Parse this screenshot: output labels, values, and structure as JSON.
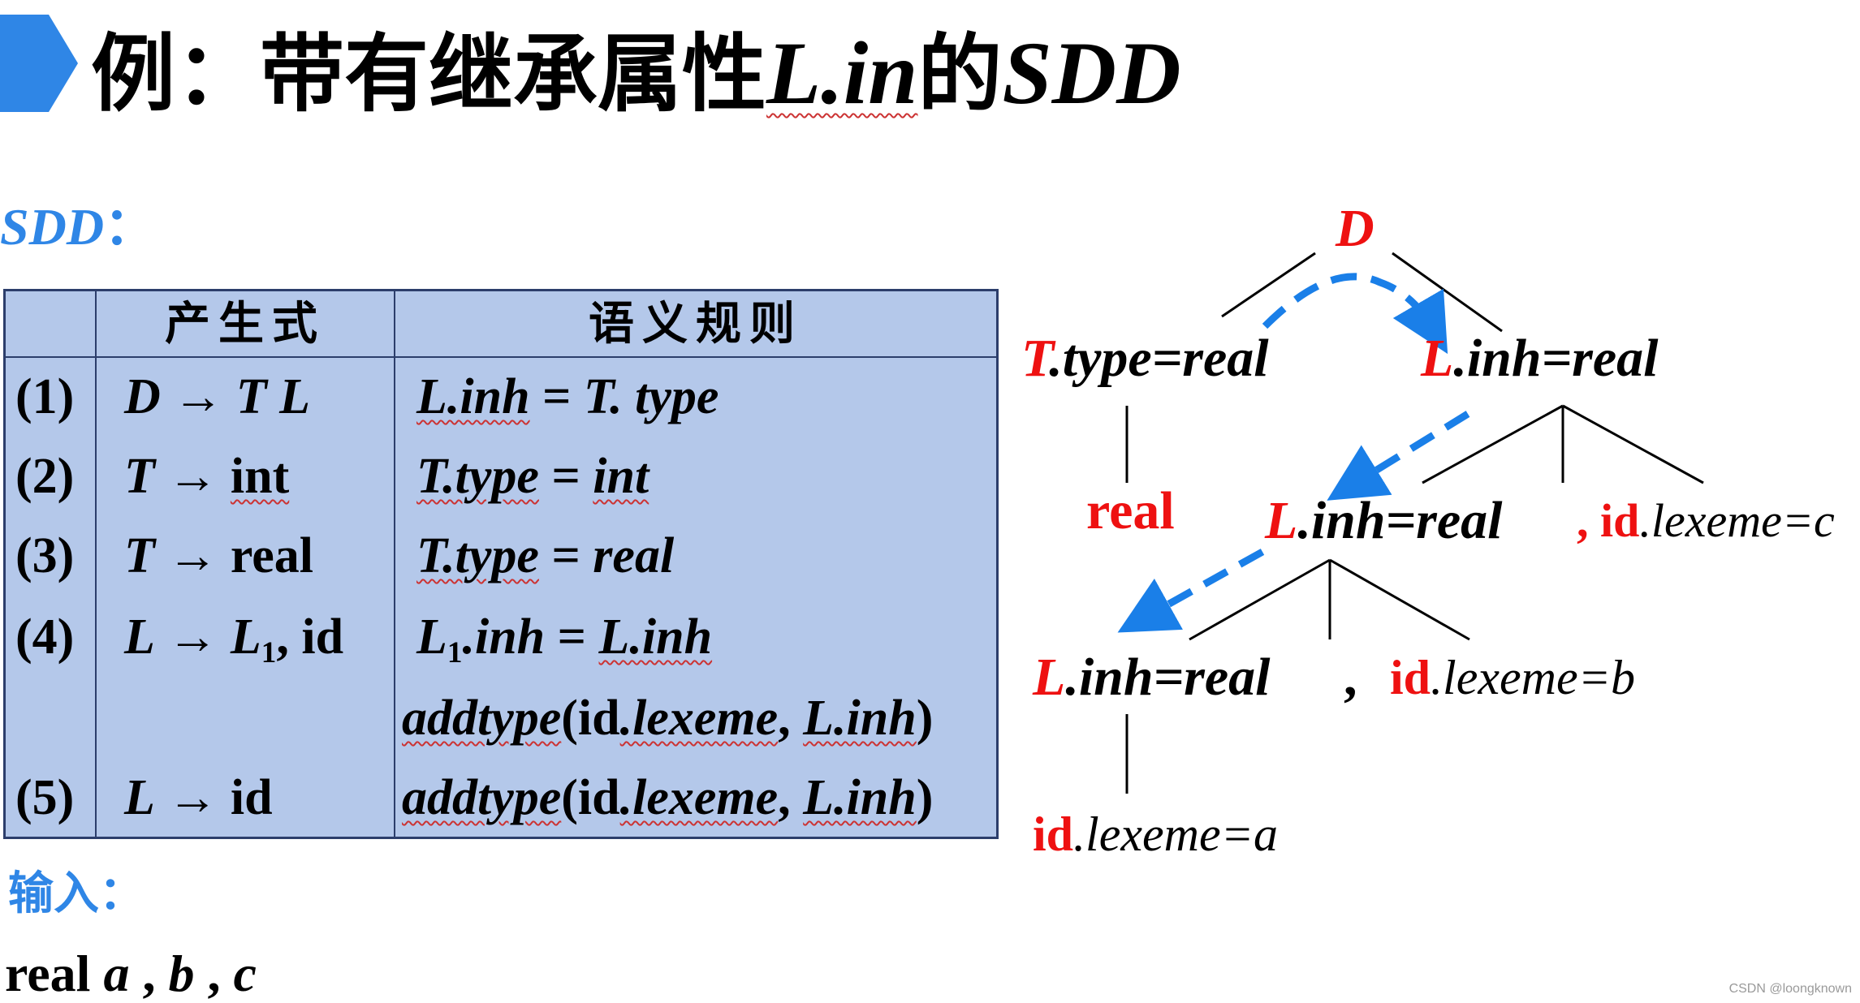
{
  "title": {
    "prefix": "例：带有继承属性",
    "attribute": "L.in",
    "middle": "的",
    "suffix": "SDD"
  },
  "sdd_label": {
    "text": "SDD",
    "colon": "："
  },
  "table": {
    "headers": {
      "production": "产生式",
      "semantic_rule": "语义规则"
    },
    "rows": [
      {
        "number": "(1)",
        "head": "D",
        "arrow": "→",
        "body": "T L",
        "rule_lhs": "L.inh",
        "rule_eq": " = ",
        "rule_rhs": "T. type"
      },
      {
        "number": "(2)",
        "head": "T",
        "arrow": "→",
        "body": "int",
        "rule_lhs": "T.type",
        "rule_eq": " = ",
        "rule_rhs": "int"
      },
      {
        "number": "(3)",
        "head": "T",
        "arrow": "→",
        "body": "real",
        "rule_lhs": "T.type",
        "rule_eq": " = ",
        "rule_rhs": "real"
      },
      {
        "number": "(4)",
        "head": "L",
        "arrow": "→",
        "body_main": "L",
        "body_sub": "1",
        "body_rest": ", id",
        "rule_lhs_main": "L",
        "rule_lhs_sub": "1",
        "rule_lhs_rest": ".inh",
        "rule_eq": " = ",
        "rule_rhs": "L.inh",
        "rule2": {
          "func": "addtype",
          "open": "(",
          "arg1a": "id",
          "arg1b": ".lexeme",
          "sep": ", ",
          "arg2": "L.inh",
          "close": ")"
        }
      },
      {
        "number": "(5)",
        "head": "L",
        "arrow": "→",
        "body": "id",
        "rule": {
          "func": "addtype",
          "open": "(",
          "arg1a": "id",
          "arg1b": ".lexeme",
          "sep": ", ",
          "arg2": "L.inh",
          "close": ")"
        }
      }
    ]
  },
  "input": {
    "label": "输入：",
    "value": {
      "keyword": "real ",
      "a": "a",
      "sep1": " , ",
      "b": "b",
      "sep2": " , ",
      "c": "c"
    }
  },
  "tree": {
    "root": {
      "symbol": "D"
    },
    "t_node": {
      "symbol": "T",
      "attr": ".type=real"
    },
    "l_node_1": {
      "symbol": "L",
      "attr": ".inh=real"
    },
    "real_leaf": {
      "text": "real"
    },
    "l_node_2": {
      "symbol": "L",
      "attr": ".inh=real"
    },
    "comma_id_c": {
      "comma": ", ",
      "id": "id",
      "attr": ".lexeme=c"
    },
    "l_node_3": {
      "symbol": "L",
      "attr": ".inh=real"
    },
    "comma_2": {
      "text": ","
    },
    "id_b": {
      "id": "id",
      "attr": ".lexeme=b"
    },
    "id_a": {
      "id": "id",
      "attr": ".lexeme=a"
    }
  },
  "colors": {
    "accent_blue": "#2f86e6",
    "red": "#ee1111",
    "table_bg": "#b4c8ea",
    "table_border": "#2c3e6b",
    "arrow_blue": "#1a7fe8"
  },
  "watermark": "CSDN @loongknown"
}
